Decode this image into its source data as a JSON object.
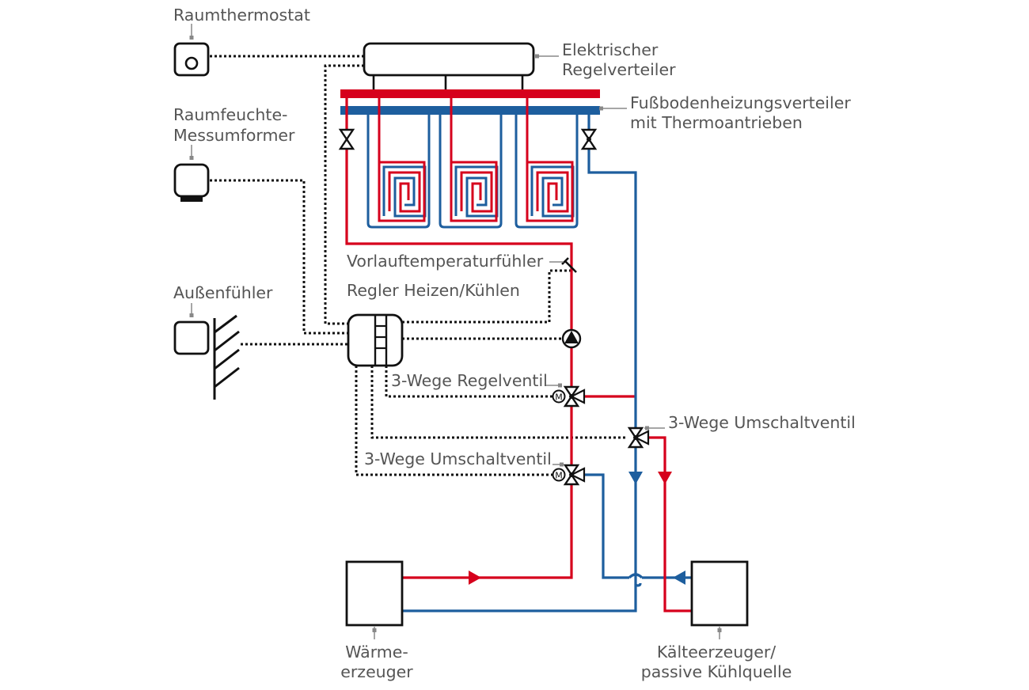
{
  "labels": {
    "raumthermostat": "Raumthermostat",
    "raumfeuchte_1": "Raumfeuchte-",
    "raumfeuchte_2": "Messumformer",
    "aussenfuehler": "Außenfühler",
    "regelverteiler_1": "Elektrischer",
    "regelverteiler_2": "Regelverteiler",
    "fbh_verteiler_1": "Fußbodenheizungsverteiler",
    "fbh_verteiler_2": "mit Thermoantrieben",
    "vorlauffuehler": "Vorlauftemperaturfühler",
    "regler": "Regler Heizen/Kühlen",
    "regelventil": "3-Wege Regelventil",
    "umschaltventil_right": "3-Wege Umschaltventil",
    "umschaltventil_left": "3-Wege Umschaltventil",
    "waerme_1": "Wärme-",
    "waerme_2": "erzeuger",
    "kaelte_1": "Kälteerzeuger/",
    "kaelte_2": "passive Kühlquelle",
    "motor": "M"
  },
  "colors": {
    "supply_red": "#d6001c",
    "return_blue": "#1d5e9e",
    "line_black": "#111111",
    "label_gray": "#555555"
  },
  "icons": [
    "thermostat-icon",
    "humidity-sensor-icon",
    "outdoor-sensor-icon",
    "pump-icon",
    "valve-icon",
    "motor-icon",
    "flow-arrow-icon"
  ]
}
